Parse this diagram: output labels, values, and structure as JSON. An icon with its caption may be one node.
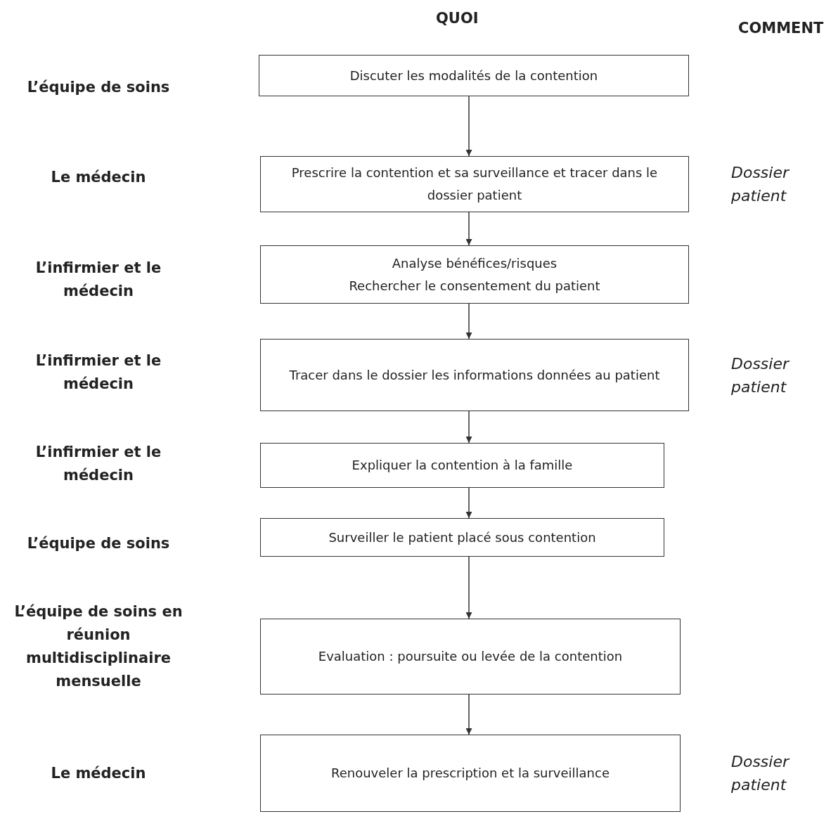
{
  "diagram": {
    "nodes": [
      {
        "text": [
          "Discuter les modalités de la contention"
        ]
      },
      {
        "text": [
          "Prescrire la contention et sa surveillance et tracer dans le dossier patient"
        ],
        "beside": [
          "Dossier patient"
        ]
      },
      {
        "text": [
          "Analyse bénéfices/risques",
          "Rechercher le consentement du patient"
        ]
      },
      {
        "text": [
          "Tracer dans le dossier les informations données au patient"
        ],
        "beside": [
          "Dossier patient"
        ]
      },
      {
        "text": [
          "Expliquer la contention à la famille"
        ]
      },
      {
        "text": [
          "Surveiller le patient placé sous contention"
        ]
      },
      {
        "text": [
          "Evaluation : poursuite ou levée de la contention"
        ]
      },
      {
        "text": [
          "Renouveler la prescription et la surveillance"
        ],
        "beside": [
          "Dossier patient"
        ]
      }
    ],
    "edges": [
      {
        "from": 0,
        "to": 1,
        "arrow": "to"
      },
      {
        "from": 1,
        "to": 2,
        "arrow": "to"
      },
      {
        "from": 2,
        "to": 3,
        "arrow": "to"
      },
      {
        "from": 3,
        "to": 4,
        "arrow": "to"
      },
      {
        "from": 4,
        "to": 5,
        "arrow": "to"
      },
      {
        "from": 5,
        "to": 6,
        "arrow": "to"
      },
      {
        "from": 6,
        "to": 7,
        "arrow": "to"
      }
    ],
    "labels": [
      "QUOI",
      "COMMENT",
      "L’équipe de soins",
      "Le médecin",
      "L’infirmier et le médecin",
      "L’infirmier et le médecin",
      "L’infirmier et le médecin",
      "L’équipe de soins",
      "L’équipe de soins en réunion multidisciplinaire mensuelle",
      "Le médecin"
    ]
  }
}
